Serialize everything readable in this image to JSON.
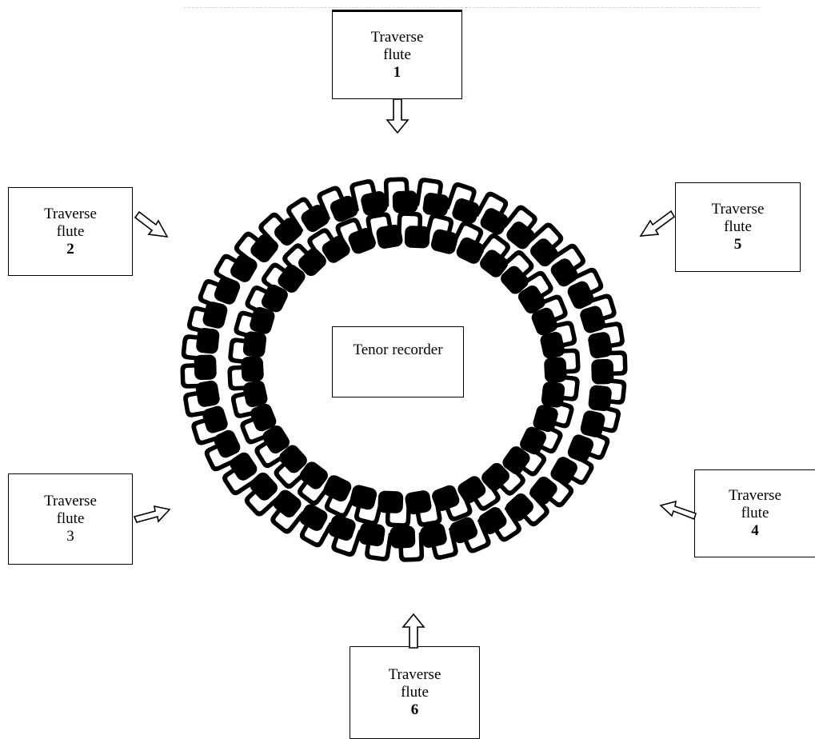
{
  "flutes": [
    {
      "label": "Traverse flute",
      "line1": "Traverse",
      "line2": "flute",
      "number": "1"
    },
    {
      "label": "Traverse flute",
      "line1": "Traverse",
      "line2": "flute",
      "number": "2"
    },
    {
      "label": "Traverse flute",
      "line1": "Traverse",
      "line2": "flute",
      "number": "3"
    },
    {
      "label": "Traverse flute",
      "line1": "Traverse",
      "line2": "flute",
      "number": "4"
    },
    {
      "label": "Traverse flute",
      "line1": "Traverse",
      "line2": "flute",
      "number": "5"
    },
    {
      "label": "Traverse flute",
      "line1": "Traverse",
      "line2": "flute",
      "number": "6"
    }
  ],
  "center": {
    "label": "Tenor recorder"
  },
  "seating": {
    "rings": [
      {
        "name": "outer",
        "chair_count": 40
      },
      {
        "name": "inner",
        "chair_count": 34
      }
    ],
    "chair_icon": "chair-top-view",
    "arrow_icon": "hollow-arrow",
    "colors": {
      "line": "#000000",
      "shadow": "#8f8f8f",
      "background": "#ffffff"
    }
  }
}
